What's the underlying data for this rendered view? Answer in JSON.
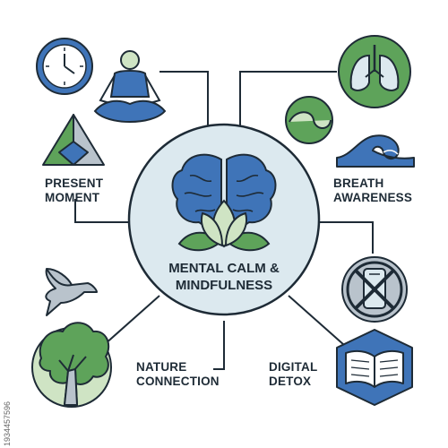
{
  "center": {
    "line1": "MENTAL CALM &",
    "line2": "MINDFULNESS"
  },
  "labels": {
    "present_1": "PRESENT",
    "present_2": "MOMENT",
    "breath_1": "BREATH",
    "breath_2": "AWARENESS",
    "nature_1": "NATURE",
    "nature_2": "CONNECTION",
    "digital_1": "DIGITAL",
    "digital_2": "DETOX"
  },
  "watermark": "1934457596",
  "colors": {
    "outline": "#1e2b36",
    "blue": "#3f74b8",
    "light_blue": "#dce9ef",
    "green": "#5ea35a",
    "light_green": "#cfe4c4",
    "gray": "#b9c3cc"
  }
}
